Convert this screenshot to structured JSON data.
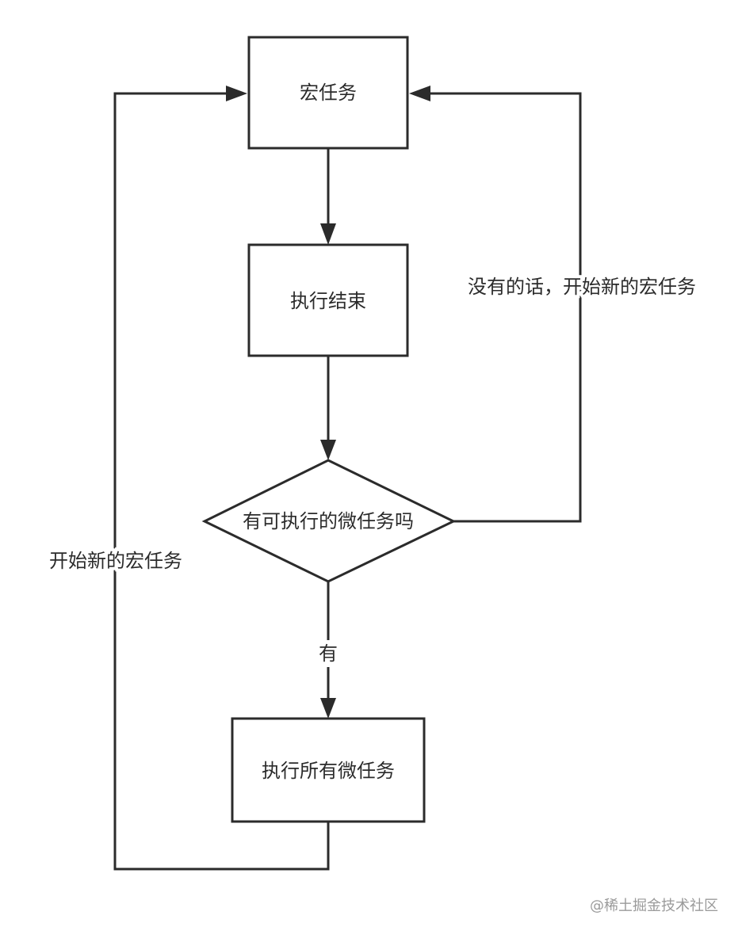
{
  "nodes": {
    "macro_task": "宏任务",
    "exec_end": "执行结束",
    "decision": "有可执行的微任务吗",
    "exec_all_micro": "执行所有微任务"
  },
  "edges": {
    "yes_label": "有",
    "no_label": "没有的话，开始新的宏任务",
    "loop_label": "开始新的宏任务"
  },
  "watermark": "@稀土掘金技术社区"
}
